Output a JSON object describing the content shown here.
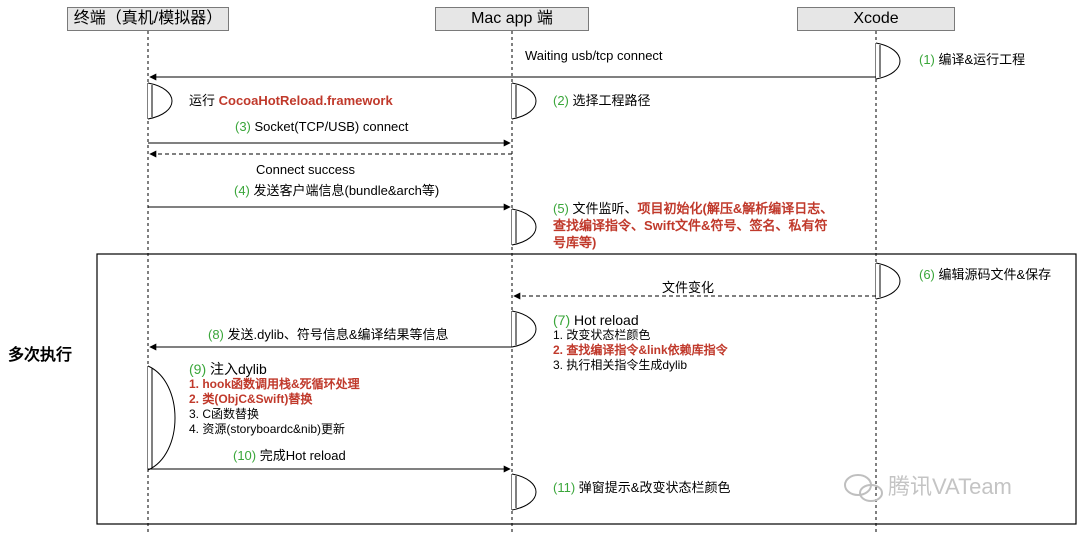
{
  "lanes": {
    "terminal": "终端（真机/模拟器）",
    "mac": "Mac app 端",
    "xcode": "Xcode"
  },
  "loop_label": "多次执行",
  "messages": {
    "waiting": "Waiting usb/tcp connect",
    "socket_num": "(3)",
    "socket_text": " Socket(TCP/USB) connect",
    "connect_success": "Connect success",
    "send_info_num": "(4)",
    "send_info_text": " 发送客户端信息(bundle&arch等)",
    "file_change": "文件变化",
    "send_dylib_num": "(8)",
    "send_dylib_text": " 发送.dylib、符号信息&编译结果等信息",
    "finish_num": "(10)",
    "finish_text": " 完成Hot reload"
  },
  "notes": {
    "n1_num": "(1)",
    "n1_text": " 编译&运行工程",
    "run_prefix": "运行 ",
    "run_framework": "CocoaHotReload.framework",
    "n2_num": "(2)",
    "n2_text": " 选择工程路径",
    "n5_num": "(5)",
    "n5_text": " 文件监听、",
    "n5_red1": "项目初始化(解压&解析编译日志、",
    "n5_red2": "查找编译指令、Swift文件&符号、签名、私有符",
    "n5_red3": "号库等)",
    "n6_num": "(6)",
    "n6_text": " 编辑源码文件&保存",
    "n7_num": "(7)",
    "n7_text": " Hot reload",
    "n7_item1": "1.   改变状态栏颜色",
    "n7_item2": "2.   查找编译指令&link依赖库指令",
    "n7_item3": "3.   执行相关指令生成dylib",
    "n9_num": "(9)",
    "n9_text": " 注入dylib",
    "n9_item1": "1.   hook函数调用栈&死循环处理",
    "n9_item2": "2.   类(ObjC&Swift)替换",
    "n9_item3": "3.   C函数替换",
    "n9_item4": "4.   资源(storyboardc&nib)更新",
    "n11_num": "(11)",
    "n11_text": " 弹窗提示&改变状态栏颜色"
  },
  "watermark": "腾讯VATeam",
  "colors": {
    "step_number": "#3aa63a",
    "highlight": "#c0392b",
    "lane_fill": "#e6e6e6"
  }
}
